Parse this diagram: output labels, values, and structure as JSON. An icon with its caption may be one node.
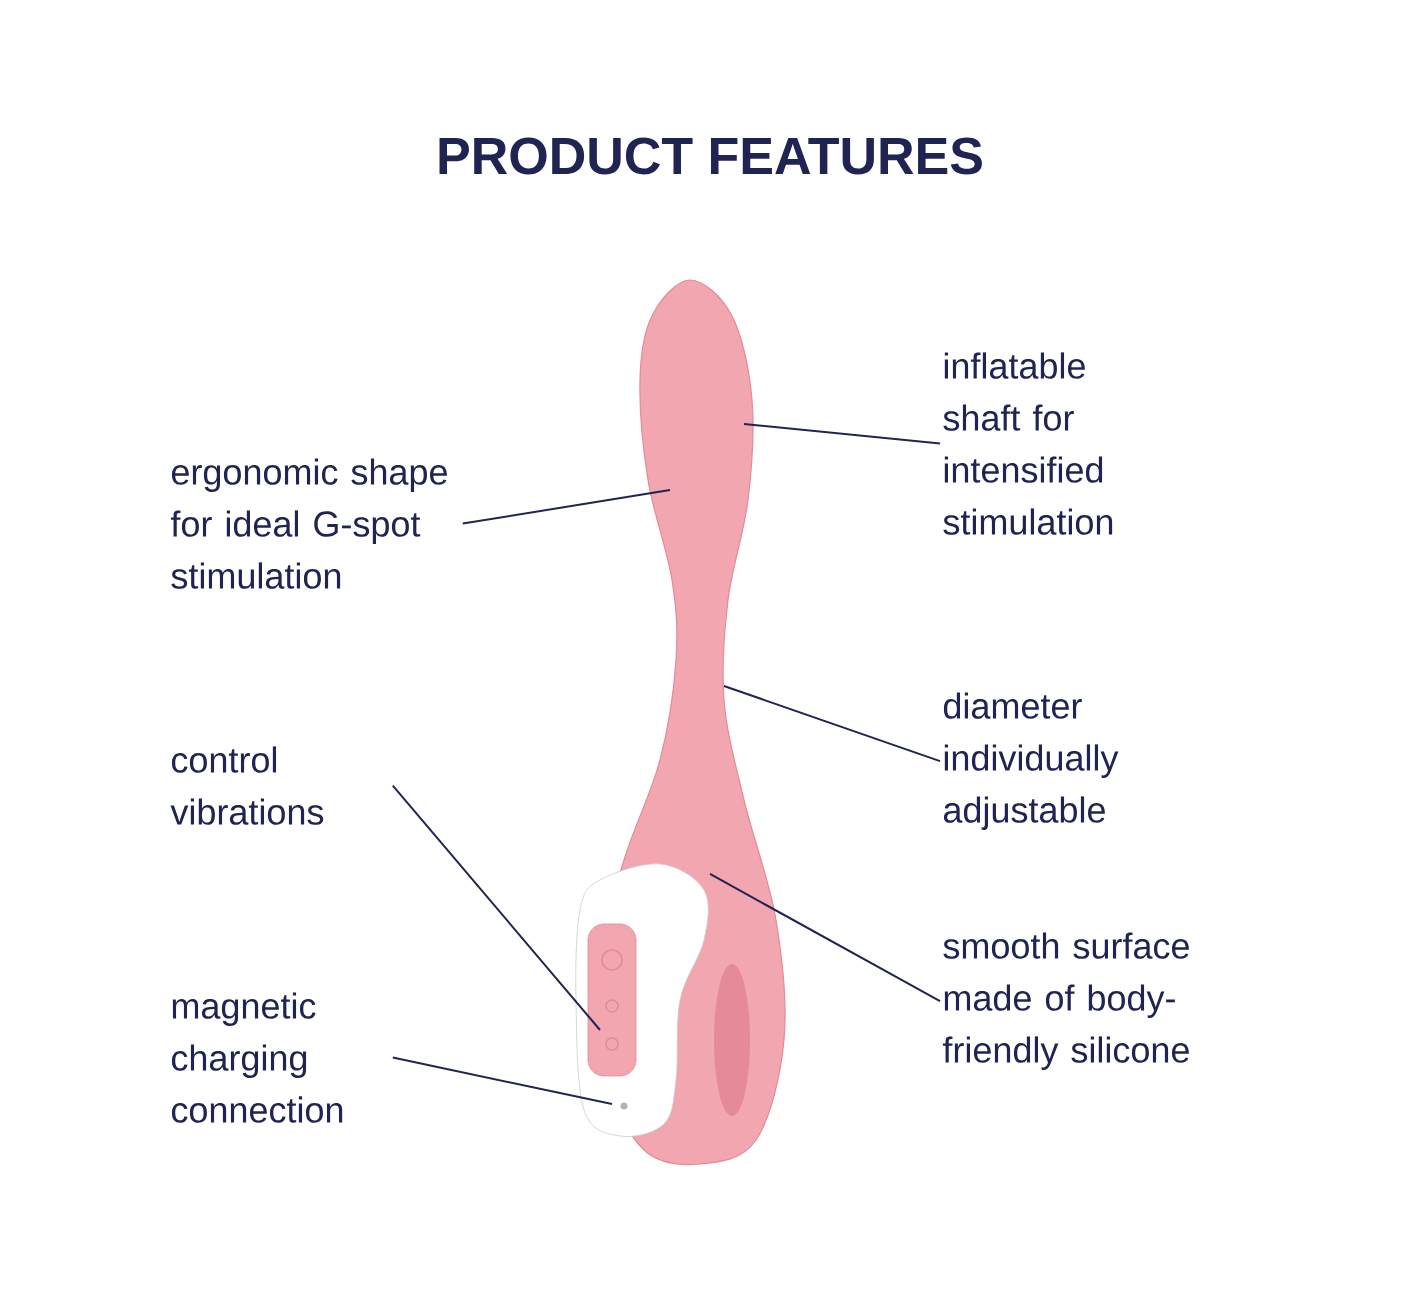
{
  "diagram": {
    "title": "PRODUCT FEATURES",
    "nodes": [
      {
        "text": [
          "ergonomic shape for ideal G-spot stimulation"
        ]
      },
      {
        "text": [
          "control vibrations"
        ]
      },
      {
        "text": [
          "magnetic charging connection"
        ]
      },
      {
        "text": [
          "inflatable shaft for intensified stimulation"
        ]
      },
      {
        "text": [
          "diameter individually adjustable"
        ]
      },
      {
        "text": [
          "smooth surface made of body-friendly silicone"
        ]
      }
    ],
    "edges": [
      {
        "from": 0,
        "to": null,
        "arrow": "none"
      },
      {
        "from": 1,
        "to": null,
        "arrow": "none"
      },
      {
        "from": 2,
        "to": null,
        "arrow": "none"
      },
      {
        "from": 3,
        "to": null,
        "arrow": "none"
      },
      {
        "from": 4,
        "to": null,
        "arrow": "none"
      },
      {
        "from": 5,
        "to": null,
        "arrow": "none"
      }
    ]
  }
}
